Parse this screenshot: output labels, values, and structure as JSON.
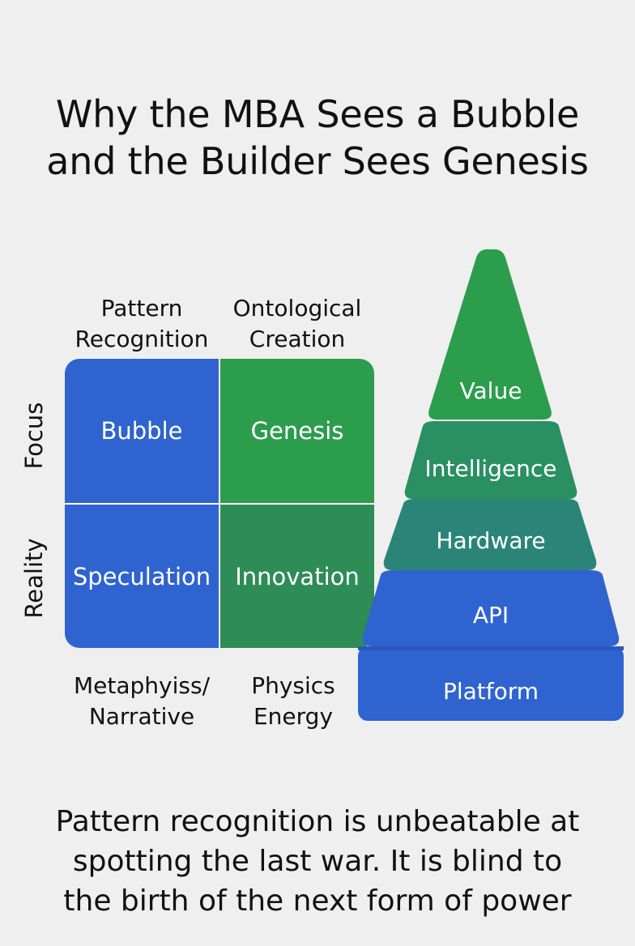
{
  "title": {
    "line1": "Why the MBA Sees a Bubble",
    "line2": "and the Builder Sees Genesis"
  },
  "matrix": {
    "top_labels": [
      {
        "line1": "Pattern",
        "line2": "Recognition"
      },
      {
        "line1": "Ontological",
        "line2": "Creation"
      }
    ],
    "bottom_labels": [
      {
        "line1": "Metaphyiss/",
        "line2": "Narrative"
      },
      {
        "line1": "Physics",
        "line2": "Energy"
      }
    ],
    "row_labels": [
      "Focus",
      "Reality"
    ],
    "cells": [
      "Bubble",
      "Genesis",
      "Speculation",
      "Innovation"
    ],
    "colors": {
      "blue": "#2f63cf",
      "green": "#2c9d4c",
      "teal_green": "#2e8c57"
    }
  },
  "pyramid": {
    "tiers": [
      {
        "label": "Value",
        "color": "#2c9d4c"
      },
      {
        "label": "Intelligence",
        "color": "#2a8f63"
      },
      {
        "label": "Hardware",
        "color": "#2a8578"
      },
      {
        "label": "API",
        "color": "#2f63cf"
      },
      {
        "label": "Platform",
        "color": "#2f63cf"
      }
    ]
  },
  "quote": {
    "line1": "Pattern recognition is unbeatable at",
    "line2": "spotting the last war. It is blind to",
    "line3": "the birth of the next form of power"
  }
}
